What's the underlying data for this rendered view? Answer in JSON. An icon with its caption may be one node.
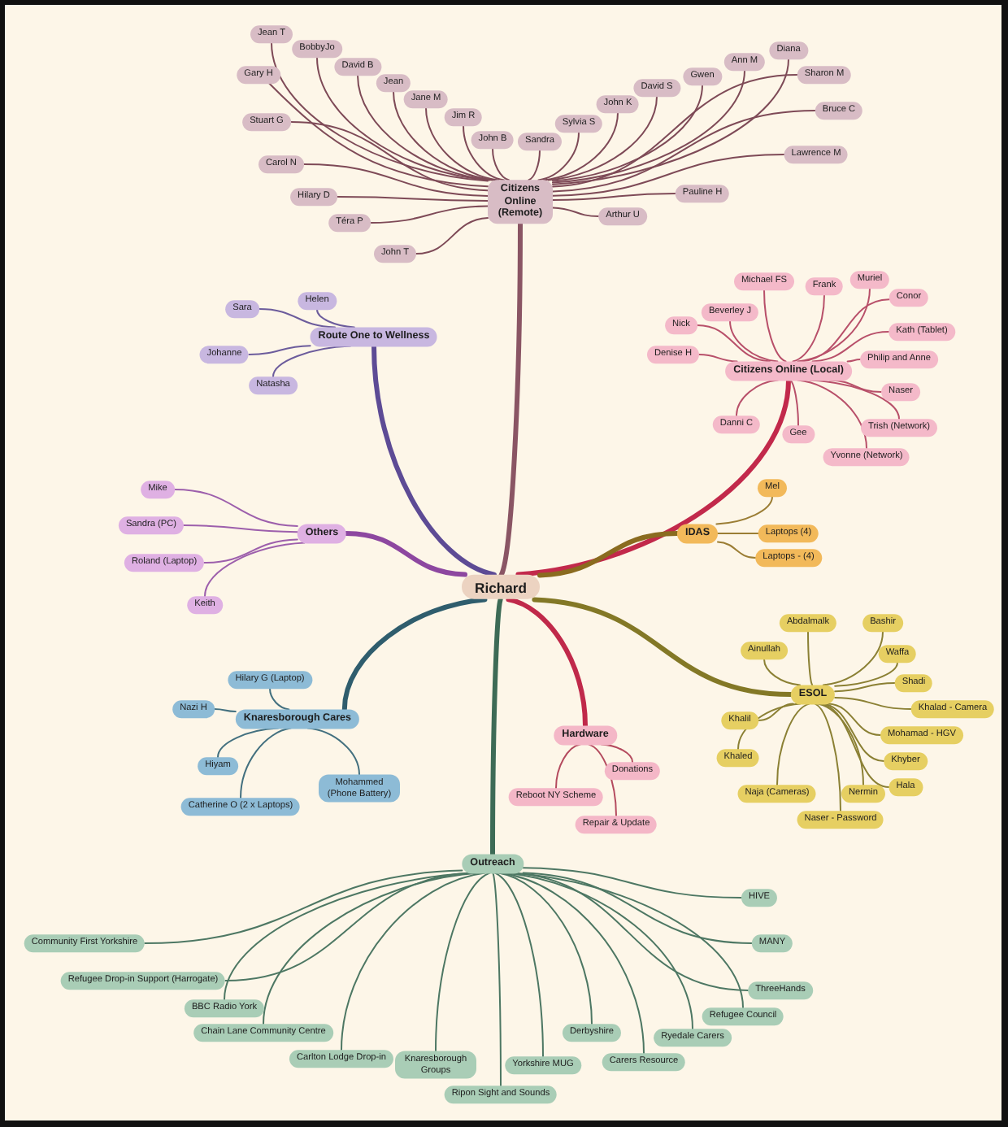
{
  "diagram": {
    "nodes": [
      {
        "text": [
          "Richard"
        ]
      },
      {
        "text": [
          "Citizens Online (Remote)"
        ]
      },
      {
        "text": [
          "Jean T"
        ]
      },
      {
        "text": [
          "BobbyJo"
        ]
      },
      {
        "text": [
          "Diana"
        ]
      },
      {
        "text": [
          "Ann M"
        ]
      },
      {
        "text": [
          "David B"
        ]
      },
      {
        "text": [
          "Gary H"
        ]
      },
      {
        "text": [
          "Sharon M"
        ]
      },
      {
        "text": [
          "Gwen"
        ]
      },
      {
        "text": [
          "Jean"
        ]
      },
      {
        "text": [
          "David S"
        ]
      },
      {
        "text": [
          "Jane M"
        ]
      },
      {
        "text": [
          "John K"
        ]
      },
      {
        "text": [
          "Bruce C"
        ]
      },
      {
        "text": [
          "Jim R"
        ]
      },
      {
        "text": [
          "Stuart G"
        ]
      },
      {
        "text": [
          "Sylvia S"
        ]
      },
      {
        "text": [
          "John B"
        ]
      },
      {
        "text": [
          "Sandra"
        ]
      },
      {
        "text": [
          "Lawrence M"
        ]
      },
      {
        "text": [
          "Carol N"
        ]
      },
      {
        "text": [
          "Pauline H"
        ]
      },
      {
        "text": [
          "Hilary D"
        ]
      },
      {
        "text": [
          "Arthur U"
        ]
      },
      {
        "text": [
          "Téra P"
        ]
      },
      {
        "text": [
          "John T"
        ]
      },
      {
        "text": [
          "Citizens Online (Local)"
        ]
      },
      {
        "text": [
          "Muriel"
        ]
      },
      {
        "text": [
          "Michael FS"
        ]
      },
      {
        "text": [
          "Frank"
        ]
      },
      {
        "text": [
          "Conor"
        ]
      },
      {
        "text": [
          "Beverley J"
        ]
      },
      {
        "text": [
          "Nick"
        ]
      },
      {
        "text": [
          "Kath (Tablet)"
        ]
      },
      {
        "text": [
          "Denise H"
        ]
      },
      {
        "text": [
          "Philip and Anne"
        ]
      },
      {
        "text": [
          "Naser"
        ]
      },
      {
        "text": [
          "Danni C"
        ]
      },
      {
        "text": [
          "Trish (Network)"
        ]
      },
      {
        "text": [
          "Gee"
        ]
      },
      {
        "text": [
          "Yvonne (Network)"
        ]
      },
      {
        "text": [
          "Route One to Wellness"
        ]
      },
      {
        "text": [
          "Helen"
        ]
      },
      {
        "text": [
          "Sara"
        ]
      },
      {
        "text": [
          "Johanne"
        ]
      },
      {
        "text": [
          "Natasha"
        ]
      },
      {
        "text": [
          "Others"
        ]
      },
      {
        "text": [
          "Mike"
        ]
      },
      {
        "text": [
          "Sandra (PC)"
        ]
      },
      {
        "text": [
          "Roland (Laptop)"
        ]
      },
      {
        "text": [
          "Keith"
        ]
      },
      {
        "text": [
          "IDAS"
        ]
      },
      {
        "text": [
          "Mel"
        ]
      },
      {
        "text": [
          "Laptops (4)"
        ]
      },
      {
        "text": [
          "Laptops - (4)"
        ]
      },
      {
        "text": [
          "ESOL"
        ]
      },
      {
        "text": [
          "Abdalmalk"
        ]
      },
      {
        "text": [
          "Bashir"
        ]
      },
      {
        "text": [
          "Ainullah"
        ]
      },
      {
        "text": [
          "Waffa"
        ]
      },
      {
        "text": [
          "Shadi"
        ]
      },
      {
        "text": [
          "Khalad - Camera"
        ]
      },
      {
        "text": [
          "Khalil"
        ]
      },
      {
        "text": [
          "Mohamad - HGV"
        ]
      },
      {
        "text": [
          "Khaled"
        ]
      },
      {
        "text": [
          "Khyber"
        ]
      },
      {
        "text": [
          "Hala"
        ]
      },
      {
        "text": [
          "Naja (Cameras)"
        ]
      },
      {
        "text": [
          "Nermin"
        ]
      },
      {
        "text": [
          "Naser - Password"
        ]
      },
      {
        "text": [
          "Knaresborough Cares"
        ]
      },
      {
        "text": [
          "Hilary G (Laptop)"
        ]
      },
      {
        "text": [
          "Nazi H"
        ]
      },
      {
        "text": [
          "Hiyam"
        ]
      },
      {
        "text": [
          "Mohammed (Phone Battery)"
        ]
      },
      {
        "text": [
          "Catherine O (2 x Laptops)"
        ]
      },
      {
        "text": [
          "Hardware"
        ]
      },
      {
        "text": [
          "Donations"
        ]
      },
      {
        "text": [
          "Reboot NY Scheme"
        ]
      },
      {
        "text": [
          "Repair & Update"
        ]
      },
      {
        "text": [
          "Outreach"
        ]
      },
      {
        "text": [
          "HIVE"
        ]
      },
      {
        "text": [
          "Community First Yorkshire"
        ]
      },
      {
        "text": [
          "MANY"
        ]
      },
      {
        "text": [
          "Refugee Drop-in Support (Harrogate)"
        ]
      },
      {
        "text": [
          "ThreeHands"
        ]
      },
      {
        "text": [
          "BBC Radio York"
        ]
      },
      {
        "text": [
          "Refugee Council"
        ]
      },
      {
        "text": [
          "Chain Lane Community Centre"
        ]
      },
      {
        "text": [
          "Derbyshire"
        ]
      },
      {
        "text": [
          "Ryedale Carers"
        ]
      },
      {
        "text": [
          "Carlton Lodge Drop-in"
        ]
      },
      {
        "text": [
          "Knaresborough Groups"
        ]
      },
      {
        "text": [
          "Carers Resource"
        ]
      },
      {
        "text": [
          "Yorkshire MUG"
        ]
      },
      {
        "text": [
          "Ripon Sight and Sounds"
        ]
      }
    ],
    "edges": [
      {
        "from": 0,
        "to": 1,
        "arrow": "none",
        "style": "thick",
        "color": "#8a5564"
      },
      {
        "from": 0,
        "to": 27,
        "arrow": "none",
        "style": "thick",
        "color": "#c2294b"
      },
      {
        "from": 0,
        "to": 42,
        "arrow": "none",
        "style": "thick",
        "color": "#5d4b95"
      },
      {
        "from": 0,
        "to": 47,
        "arrow": "none",
        "style": "thick",
        "color": "#8d47a0"
      },
      {
        "from": 0,
        "to": 52,
        "arrow": "none",
        "style": "thick",
        "color": "#8a6b1f"
      },
      {
        "from": 0,
        "to": 56,
        "arrow": "none",
        "style": "thick",
        "color": "#837826"
      },
      {
        "from": 0,
        "to": 71,
        "arrow": "none",
        "style": "thick",
        "color": "#2f5d6d"
      },
      {
        "from": 0,
        "to": 77,
        "arrow": "none",
        "style": "thick",
        "color": "#c0294a"
      },
      {
        "from": 0,
        "to": 81,
        "arrow": "none",
        "style": "thick",
        "color": "#3d6b56"
      },
      {
        "from": 1,
        "to": 2,
        "arrow": "none",
        "color": "#7e4a57"
      },
      {
        "from": 1,
        "to": 3,
        "arrow": "none",
        "color": "#7e4a57"
      },
      {
        "from": 1,
        "to": 4,
        "arrow": "none",
        "color": "#7e4a57"
      },
      {
        "from": 1,
        "to": 5,
        "arrow": "none",
        "color": "#7e4a57"
      },
      {
        "from": 1,
        "to": 6,
        "arrow": "none",
        "color": "#7e4a57"
      },
      {
        "from": 1,
        "to": 7,
        "arrow": "none",
        "color": "#7e4a57"
      },
      {
        "from": 1,
        "to": 8,
        "arrow": "none",
        "color": "#7e4a57"
      },
      {
        "from": 1,
        "to": 9,
        "arrow": "none",
        "color": "#7e4a57"
      },
      {
        "from": 1,
        "to": 10,
        "arrow": "none",
        "color": "#7e4a57"
      },
      {
        "from": 1,
        "to": 11,
        "arrow": "none",
        "color": "#7e4a57"
      },
      {
        "from": 1,
        "to": 12,
        "arrow": "none",
        "color": "#7e4a57"
      },
      {
        "from": 1,
        "to": 13,
        "arrow": "none",
        "color": "#7e4a57"
      },
      {
        "from": 1,
        "to": 14,
        "arrow": "none",
        "color": "#7e4a57"
      },
      {
        "from": 1,
        "to": 15,
        "arrow": "none",
        "color": "#7e4a57"
      },
      {
        "from": 1,
        "to": 16,
        "arrow": "none",
        "color": "#7e4a57"
      },
      {
        "from": 1,
        "to": 17,
        "arrow": "none",
        "color": "#7e4a57"
      },
      {
        "from": 1,
        "to": 18,
        "arrow": "none",
        "color": "#7e4a57"
      },
      {
        "from": 1,
        "to": 19,
        "arrow": "none",
        "color": "#7e4a57"
      },
      {
        "from": 1,
        "to": 20,
        "arrow": "none",
        "color": "#7e4a57"
      },
      {
        "from": 1,
        "to": 21,
        "arrow": "none",
        "color": "#7e4a57"
      },
      {
        "from": 1,
        "to": 22,
        "arrow": "none",
        "color": "#7e4a57"
      },
      {
        "from": 1,
        "to": 23,
        "arrow": "none",
        "color": "#7e4a57"
      },
      {
        "from": 1,
        "to": 24,
        "arrow": "none",
        "color": "#7e4a57"
      },
      {
        "from": 1,
        "to": 25,
        "arrow": "none",
        "color": "#7e4a57"
      },
      {
        "from": 1,
        "to": 26,
        "arrow": "none",
        "color": "#7e4a57"
      },
      {
        "from": 27,
        "to": 28,
        "arrow": "none",
        "color": "#b8506a"
      },
      {
        "from": 27,
        "to": 29,
        "arrow": "none",
        "color": "#b8506a"
      },
      {
        "from": 27,
        "to": 30,
        "arrow": "none",
        "color": "#b8506a"
      },
      {
        "from": 27,
        "to": 31,
        "arrow": "none",
        "color": "#b8506a"
      },
      {
        "from": 27,
        "to": 32,
        "arrow": "none",
        "color": "#b8506a"
      },
      {
        "from": 27,
        "to": 33,
        "arrow": "none",
        "color": "#b8506a"
      },
      {
        "from": 27,
        "to": 34,
        "arrow": "none",
        "color": "#b8506a"
      },
      {
        "from": 27,
        "to": 35,
        "arrow": "none",
        "color": "#b8506a"
      },
      {
        "from": 27,
        "to": 36,
        "arrow": "none",
        "color": "#b8506a"
      },
      {
        "from": 27,
        "to": 37,
        "arrow": "none",
        "color": "#b8506a"
      },
      {
        "from": 27,
        "to": 38,
        "arrow": "none",
        "color": "#b8506a"
      },
      {
        "from": 27,
        "to": 39,
        "arrow": "none",
        "color": "#b8506a"
      },
      {
        "from": 27,
        "to": 40,
        "arrow": "none",
        "color": "#b8506a"
      },
      {
        "from": 27,
        "to": 41,
        "arrow": "none",
        "color": "#b8506a"
      },
      {
        "from": 42,
        "to": 43,
        "arrow": "none",
        "color": "#6c5c9c"
      },
      {
        "from": 42,
        "to": 44,
        "arrow": "none",
        "color": "#6c5c9c"
      },
      {
        "from": 42,
        "to": 45,
        "arrow": "none",
        "color": "#6c5c9c"
      },
      {
        "from": 42,
        "to": 46,
        "arrow": "none",
        "color": "#6c5c9c"
      },
      {
        "from": 47,
        "to": 48,
        "arrow": "none",
        "color": "#9d5fac"
      },
      {
        "from": 47,
        "to": 49,
        "arrow": "none",
        "color": "#9d5fac"
      },
      {
        "from": 47,
        "to": 50,
        "arrow": "none",
        "color": "#9d5fac"
      },
      {
        "from": 47,
        "to": 51,
        "arrow": "none",
        "color": "#9d5fac"
      },
      {
        "from": 52,
        "to": 53,
        "arrow": "none",
        "color": "#9b7d34"
      },
      {
        "from": 52,
        "to": 54,
        "arrow": "none",
        "color": "#9b7d34"
      },
      {
        "from": 52,
        "to": 55,
        "arrow": "none",
        "color": "#9b7d34"
      },
      {
        "from": 56,
        "to": 57,
        "arrow": "none",
        "color": "#8b8034"
      },
      {
        "from": 56,
        "to": 58,
        "arrow": "none",
        "color": "#8b8034"
      },
      {
        "from": 56,
        "to": 59,
        "arrow": "none",
        "color": "#8b8034"
      },
      {
        "from": 56,
        "to": 60,
        "arrow": "none",
        "color": "#8b8034"
      },
      {
        "from": 56,
        "to": 61,
        "arrow": "none",
        "color": "#8b8034"
      },
      {
        "from": 56,
        "to": 62,
        "arrow": "none",
        "color": "#8b8034"
      },
      {
        "from": 56,
        "to": 63,
        "arrow": "none",
        "color": "#8b8034"
      },
      {
        "from": 56,
        "to": 64,
        "arrow": "none",
        "color": "#8b8034"
      },
      {
        "from": 56,
        "to": 65,
        "arrow": "none",
        "color": "#8b8034"
      },
      {
        "from": 56,
        "to": 66,
        "arrow": "none",
        "color": "#8b8034"
      },
      {
        "from": 56,
        "to": 67,
        "arrow": "none",
        "color": "#8b8034"
      },
      {
        "from": 56,
        "to": 68,
        "arrow": "none",
        "color": "#8b8034"
      },
      {
        "from": 56,
        "to": 69,
        "arrow": "none",
        "color": "#8b8034"
      },
      {
        "from": 56,
        "to": 70,
        "arrow": "none",
        "color": "#8b8034"
      },
      {
        "from": 71,
        "to": 72,
        "arrow": "none",
        "color": "#43707f"
      },
      {
        "from": 71,
        "to": 73,
        "arrow": "none",
        "color": "#43707f"
      },
      {
        "from": 71,
        "to": 74,
        "arrow": "none",
        "color": "#43707f"
      },
      {
        "from": 71,
        "to": 75,
        "arrow": "none",
        "color": "#43707f"
      },
      {
        "from": 71,
        "to": 76,
        "arrow": "none",
        "color": "#43707f"
      },
      {
        "from": 77,
        "to": 78,
        "arrow": "none",
        "color": "#b44a5e"
      },
      {
        "from": 77,
        "to": 79,
        "arrow": "none",
        "color": "#b44a5e"
      },
      {
        "from": 77,
        "to": 80,
        "arrow": "none",
        "color": "#b44a5e"
      },
      {
        "from": 81,
        "to": 82,
        "arrow": "none",
        "color": "#4d7763"
      },
      {
        "from": 81,
        "to": 83,
        "arrow": "none",
        "color": "#4d7763"
      },
      {
        "from": 81,
        "to": 84,
        "arrow": "none",
        "color": "#4d7763"
      },
      {
        "from": 81,
        "to": 85,
        "arrow": "none",
        "color": "#4d7763"
      },
      {
        "from": 81,
        "to": 86,
        "arrow": "none",
        "color": "#4d7763"
      },
      {
        "from": 81,
        "to": 87,
        "arrow": "none",
        "color": "#4d7763"
      },
      {
        "from": 81,
        "to": 88,
        "arrow": "none",
        "color": "#4d7763"
      },
      {
        "from": 81,
        "to": 89,
        "arrow": "none",
        "color": "#4d7763"
      },
      {
        "from": 81,
        "to": 90,
        "arrow": "none",
        "color": "#4d7763"
      },
      {
        "from": 81,
        "to": 91,
        "arrow": "none",
        "color": "#4d7763"
      },
      {
        "from": 81,
        "to": 92,
        "arrow": "none",
        "color": "#4d7763"
      },
      {
        "from": 81,
        "to": 93,
        "arrow": "none",
        "color": "#4d7763"
      },
      {
        "from": 81,
        "to": 94,
        "arrow": "none",
        "color": "#4d7763"
      },
      {
        "from": 81,
        "to": 95,
        "arrow": "none",
        "color": "#4d7763"
      },
      {
        "from": 81,
        "to": 96,
        "arrow": "none",
        "color": "#4d7763"
      }
    ]
  }
}
